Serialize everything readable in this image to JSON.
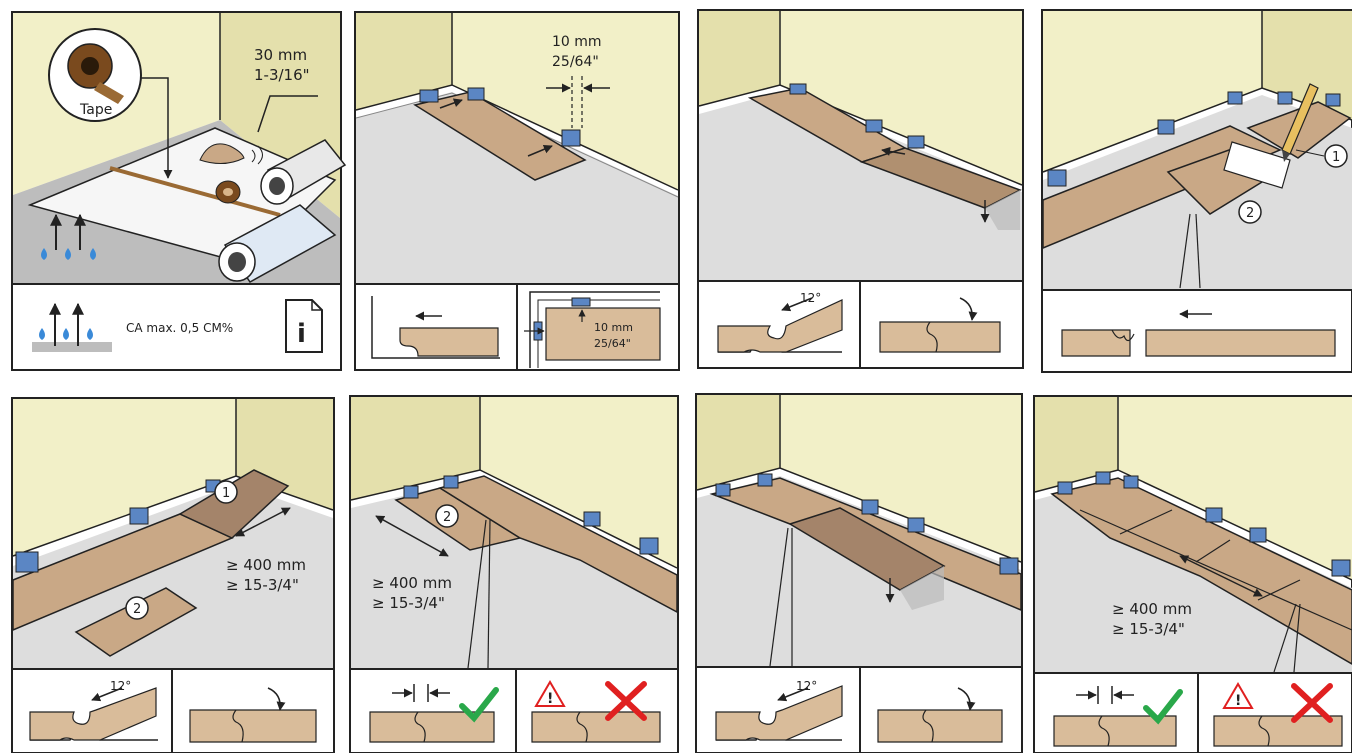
{
  "colors": {
    "wall_back": "#f2f0c8",
    "wall_side": "#e4e0ac",
    "floor": "#dddddd",
    "plank": "#c9a886",
    "plank_dark": "#a4846a",
    "spacer": "#5b86c4",
    "check": "#2aa84a",
    "cross": "#e02020",
    "outline": "#222222"
  },
  "panels": {
    "p1": {
      "tape_label": "Tape",
      "gap_mm": "30 mm",
      "gap_in": "1-3/16\"",
      "moisture_text": "CA max. 0,5 CM%",
      "info_glyph": "i"
    },
    "p2": {
      "gap_mm": "10 mm",
      "gap_in": "25/64\"",
      "detail_mm": "10 mm",
      "detail_in": "25/64\""
    },
    "p3": {
      "angle": "12°"
    },
    "p4": {
      "mark1": "1",
      "mark2": "2"
    },
    "p5": {
      "mark1": "1",
      "mark2": "2",
      "min_mm": "≥ 400 mm",
      "min_in": "≥ 15-3/4\"",
      "angle": "12°"
    },
    "p6": {
      "mark2": "2",
      "min_mm": "≥ 400 mm",
      "min_in": "≥ 15-3/4\"",
      "warn": "!"
    },
    "p7": {
      "angle": "12°"
    },
    "p8": {
      "min_mm": "≥ 400 mm",
      "min_in": "≥ 15-3/4\"",
      "warn": "!"
    }
  }
}
